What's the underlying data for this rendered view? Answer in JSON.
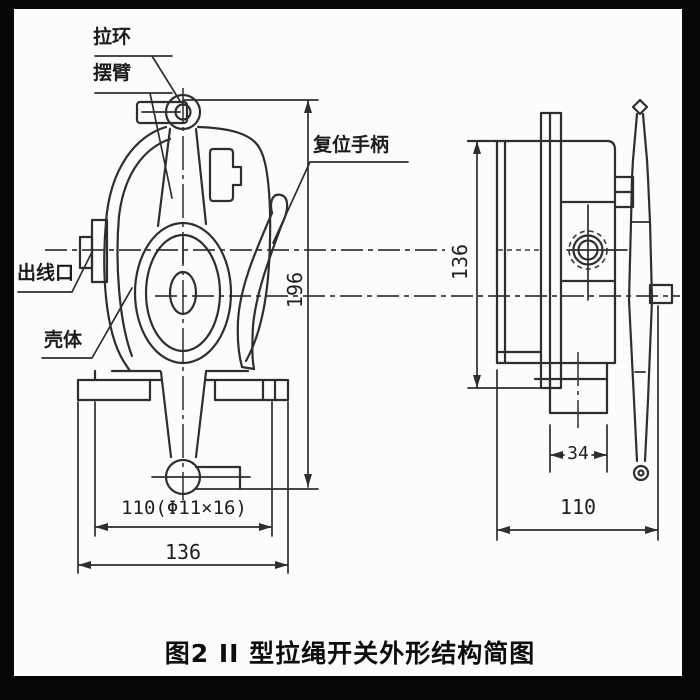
{
  "figure": {
    "caption": "图2 II 型拉绳开关外形结构简图"
  },
  "part_labels": {
    "pull_ring": "拉环",
    "swing_arm": "摆臂",
    "reset_handle": "复位手柄",
    "wire_outlet": "出线口",
    "housing": "壳体"
  },
  "dimensions": {
    "front_view": {
      "overall_height": "196",
      "mount_hole_spacing": "110(Φ11×16)",
      "overall_width": "136"
    },
    "side_view": {
      "body_height": "136",
      "bracket_width": "34",
      "overall_depth": "110"
    }
  },
  "colors": {
    "line": "#2e2e2e",
    "paper": "#fcfcfc",
    "frame": "#060606"
  }
}
